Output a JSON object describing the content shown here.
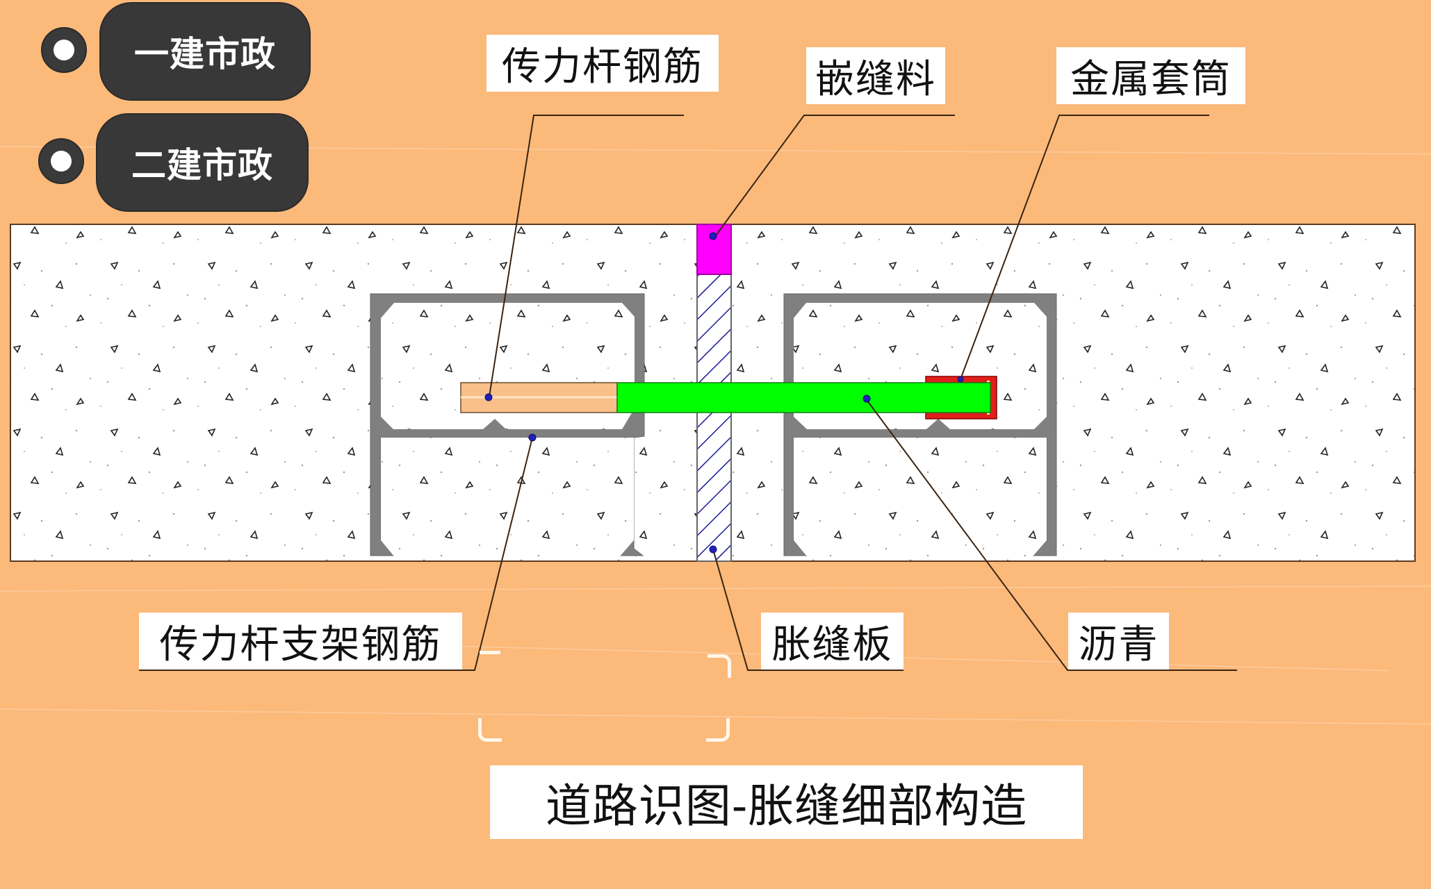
{
  "options": [
    {
      "label": "一建市政",
      "selected": false
    },
    {
      "label": "二建市政",
      "selected": false
    }
  ],
  "callouts": {
    "dowel_bar": "传力杆钢筋",
    "joint_filler": "嵌缝料",
    "metal_sleeve": "金属套筒",
    "dowel_support_bar": "传力杆支架钢筋",
    "expansion_board": "胀缝板",
    "asphalt": "沥青"
  },
  "title": "道路识图-胀缝细部构造",
  "colors": {
    "background": "#fbb97a",
    "concrete": "#ffffff",
    "frame_steel": "#808080",
    "dowel_bar_fixed": "#f9c08a",
    "dowel_bar_free": "#00ff00",
    "joint_filler": "#ff00ff",
    "expansion_board_hatch": "#1a1a99",
    "metal_sleeve": "#e0201c",
    "anchor_dot": "#2020c0",
    "button_bg": "#383838"
  }
}
